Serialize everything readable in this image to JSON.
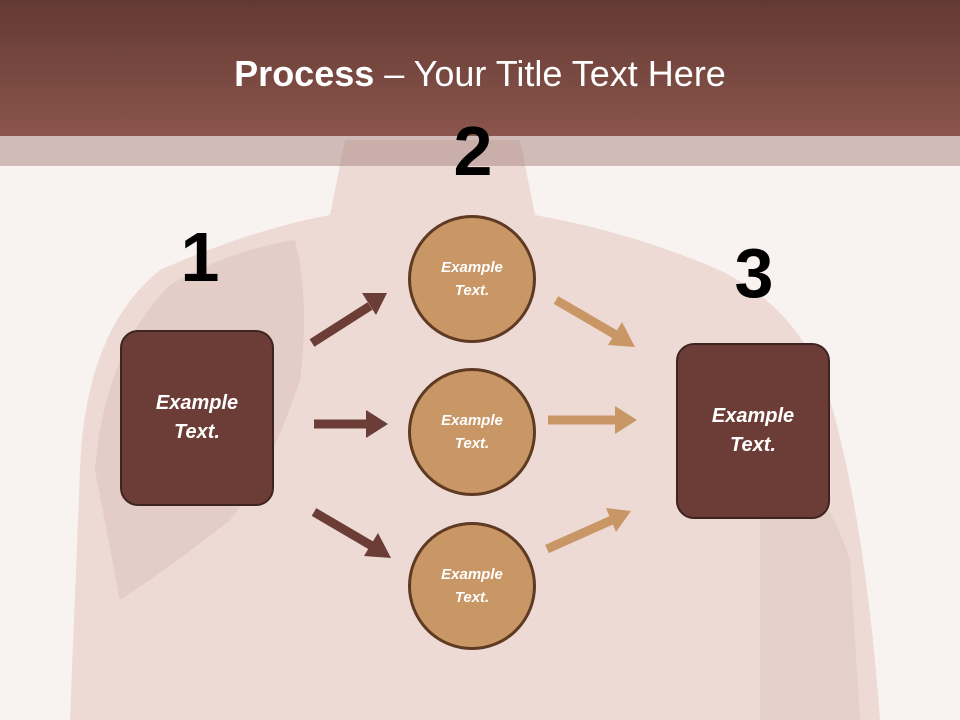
{
  "title": {
    "bold": "Process",
    "rest": " – Your Title Text Here"
  },
  "steps": [
    {
      "number": "1",
      "text": "Example Text."
    },
    {
      "number": "2",
      "circles": [
        "Example Text.",
        "Example Text.",
        "Example Text."
      ]
    },
    {
      "number": "3",
      "text": "Example Text."
    }
  ],
  "colors": {
    "header": "#8a554c",
    "box_fill": "#6c3d37",
    "circle_fill": "#c99666",
    "arrow_dark": "#6c3d37",
    "arrow_light": "#c99666"
  }
}
